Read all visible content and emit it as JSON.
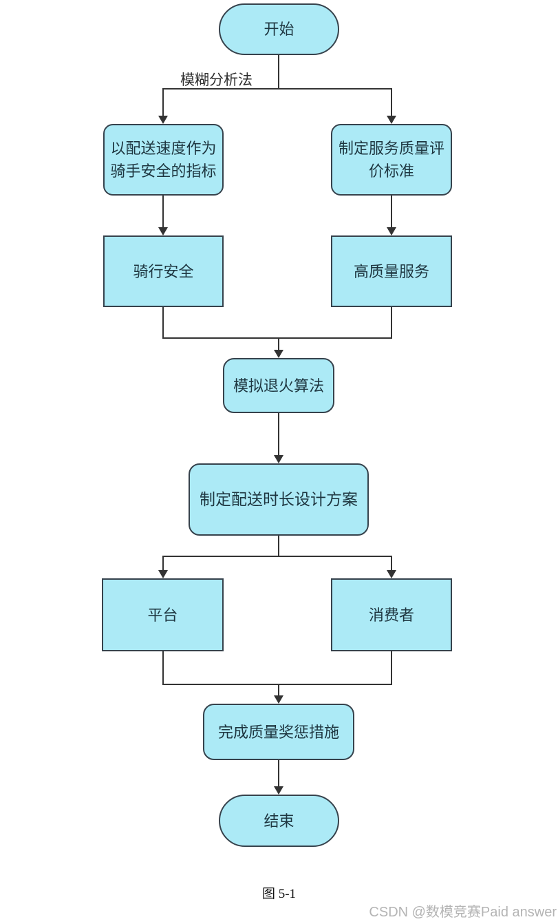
{
  "colors": {
    "node-fill": "#ACEAF6",
    "node-border": "#36424C",
    "line": "#333333",
    "node-text": "#1E3640",
    "label-text": "#2E2E2E",
    "caption-text": "#111111",
    "watermark-text": "#B4B4B4",
    "background": "#FFFFFF"
  },
  "flowchart": {
    "edge_label": "模糊分析法",
    "nodes": {
      "start": {
        "label": "开始",
        "shape": "stadium"
      },
      "speed_indicator": {
        "label": "以配送速度作为\n骑手安全的指标",
        "shape": "rounded"
      },
      "service_standard": {
        "label": "制定服务质量评\n价标准",
        "shape": "rounded"
      },
      "riding_safety": {
        "label": "骑行安全",
        "shape": "rect"
      },
      "quality_service": {
        "label": "高质量服务",
        "shape": "rect"
      },
      "annealing": {
        "label": "模拟退火算法",
        "shape": "rounded"
      },
      "delivery_plan": {
        "label": "制定配送时长设计方案",
        "shape": "rounded"
      },
      "platform": {
        "label": "平台",
        "shape": "rect"
      },
      "consumer": {
        "label": "消费者",
        "shape": "rect"
      },
      "reward_punishment": {
        "label": "完成质量奖惩措施",
        "shape": "rounded"
      },
      "end": {
        "label": "结束",
        "shape": "stadium"
      }
    },
    "edges": [
      {
        "from": "start",
        "to": "speed_indicator",
        "label": "模糊分析法"
      },
      {
        "from": "start",
        "to": "service_standard",
        "label": "模糊分析法"
      },
      {
        "from": "speed_indicator",
        "to": "riding_safety"
      },
      {
        "from": "service_standard",
        "to": "quality_service"
      },
      {
        "from": "riding_safety",
        "to": "annealing"
      },
      {
        "from": "quality_service",
        "to": "annealing"
      },
      {
        "from": "annealing",
        "to": "delivery_plan"
      },
      {
        "from": "delivery_plan",
        "to": "platform"
      },
      {
        "from": "delivery_plan",
        "to": "consumer"
      },
      {
        "from": "platform",
        "to": "reward_punishment"
      },
      {
        "from": "consumer",
        "to": "reward_punishment"
      },
      {
        "from": "reward_punishment",
        "to": "end"
      }
    ],
    "caption": "图 5-1",
    "watermark": "CSDN @数模竞赛Paid answer"
  }
}
